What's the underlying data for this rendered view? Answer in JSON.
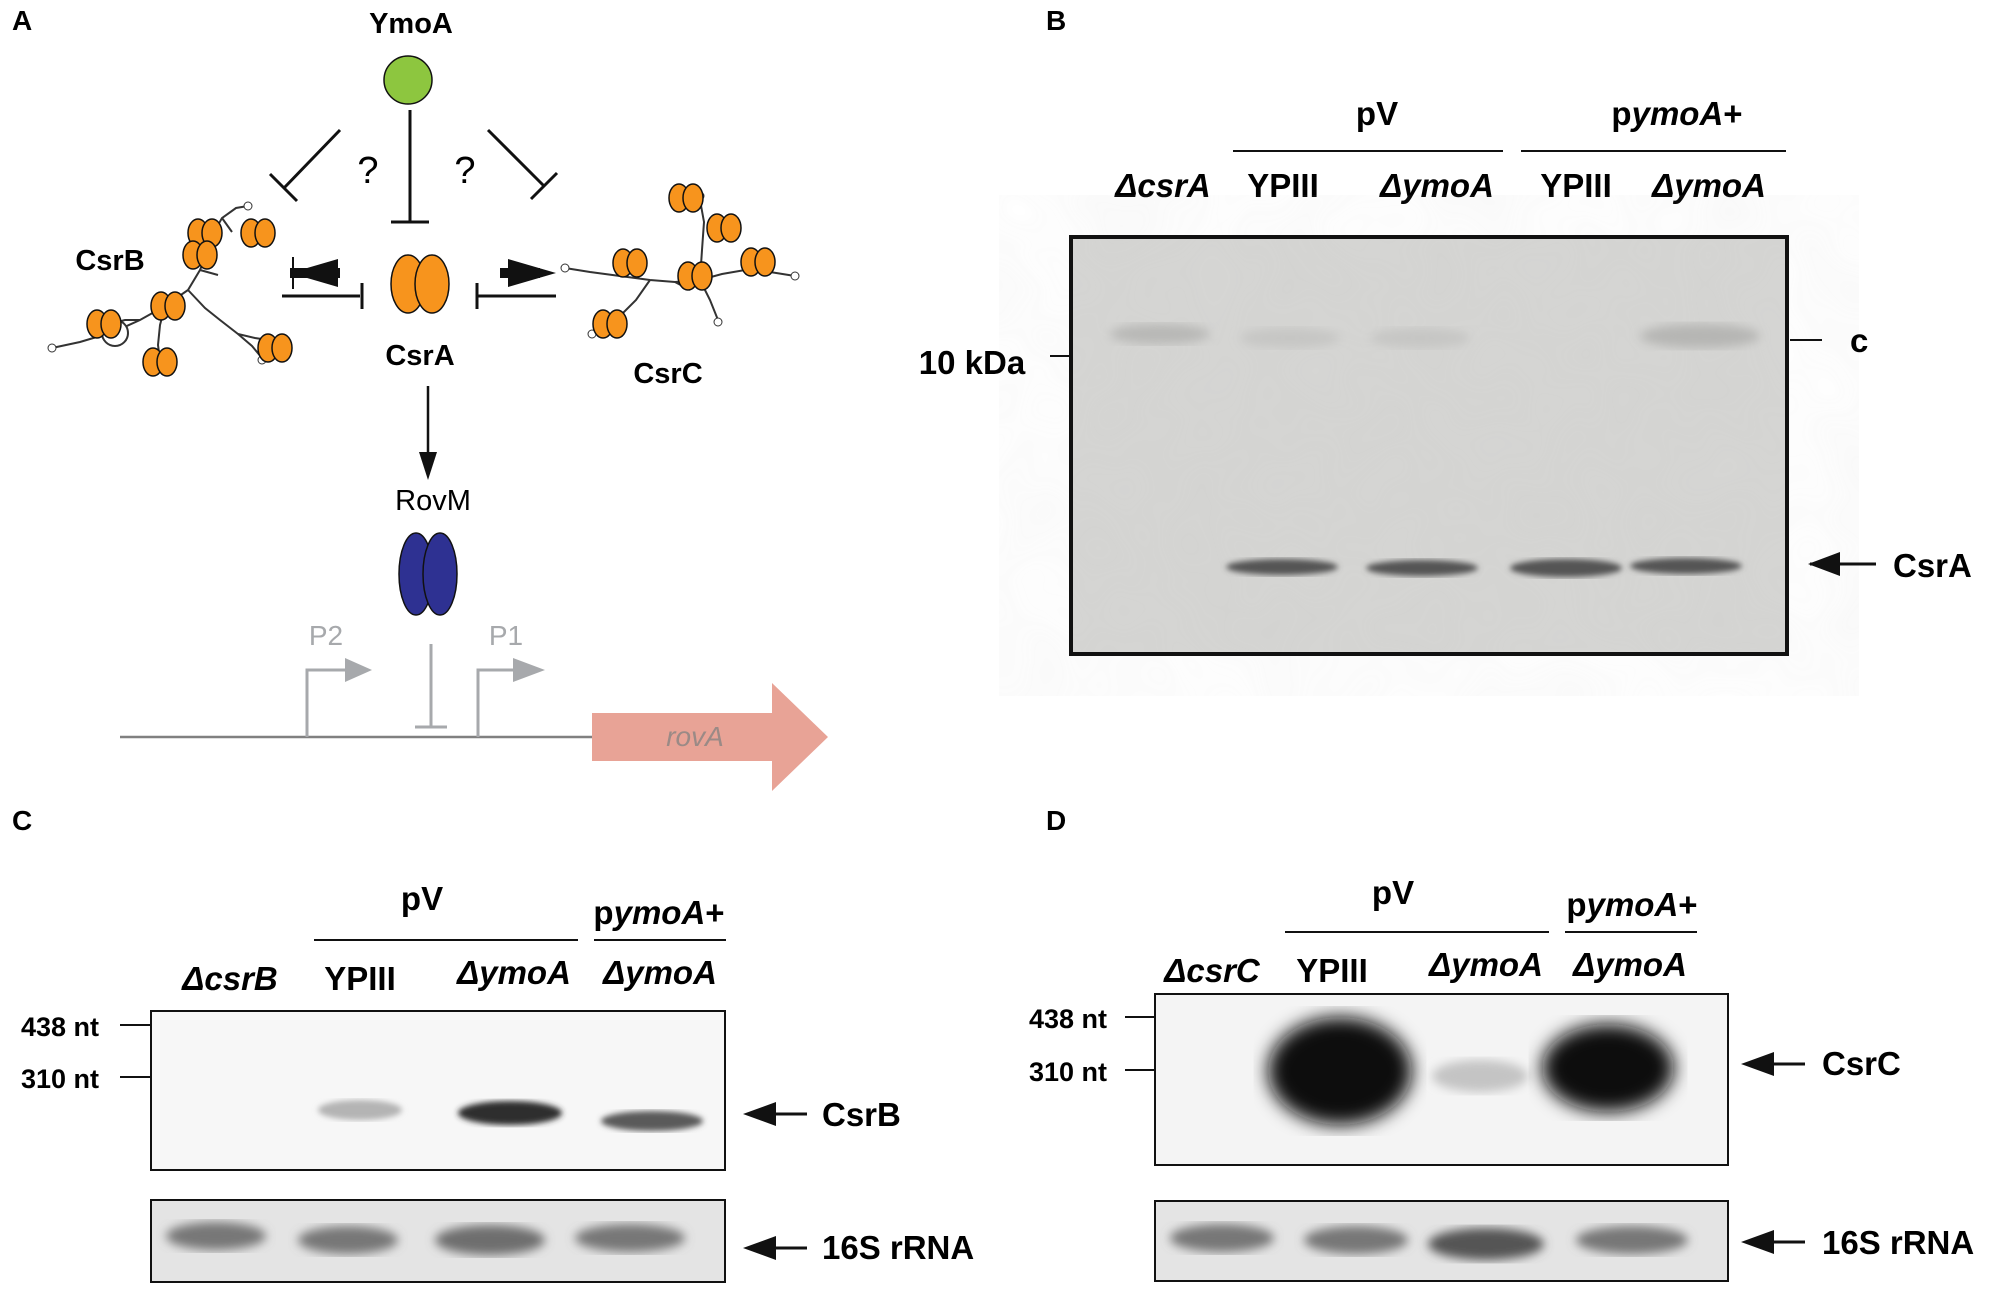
{
  "panels": {
    "A": {
      "letter": "A",
      "ymoa": "YmoA",
      "csrb": "CsrB",
      "csra": "CsrA",
      "csrc": "CsrC",
      "rovm": "RovM",
      "q1": "?",
      "q2": "?",
      "p2": "P2",
      "p1": "P1",
      "rova": "rovA"
    },
    "B": {
      "letter": "B",
      "group_pv": "pV",
      "group_pymoa_p": "p",
      "group_pymoa_it": "ymoA",
      "group_pymoa_plus": "+",
      "lane1": "ΔcsrA",
      "lane2": "YPIII",
      "lane3": "ΔymoA",
      "lane4": "YPIII",
      "lane5": "ΔymoA",
      "marker": "10 kDa",
      "label_c": "c",
      "label_csra": "CsrA"
    },
    "C": {
      "letter": "C",
      "group_pv": "pV",
      "group_pymoa_p": "p",
      "group_pymoa_it": "ymoA",
      "group_pymoa_plus": "+",
      "lane1": "ΔcsrB",
      "lane2": "YPIII",
      "lane3": "ΔymoA",
      "lane4": "ΔymoA",
      "marker1": "438 nt",
      "marker2": "310 nt",
      "label_band": "CsrB",
      "label_rrna": "16S rRNA"
    },
    "D": {
      "letter": "D",
      "group_pv": "pV",
      "group_pymoa_p": "p",
      "group_pymoa_it": "ymoA",
      "group_pymoa_plus": "+",
      "lane1": "ΔcsrC",
      "lane2": "YPIII",
      "lane3": "ΔymoA",
      "lane4": "ΔymoA",
      "marker1": "438 nt",
      "marker2": "310 nt",
      "label_band": "CsrC",
      "label_rrna": "16S rRNA"
    }
  },
  "colors": {
    "ymoa": "#8dc63f",
    "csra": "#f7941d",
    "rovm": "#2e3192",
    "rova": "#e8a396",
    "promoter": "#a7a9ac"
  }
}
